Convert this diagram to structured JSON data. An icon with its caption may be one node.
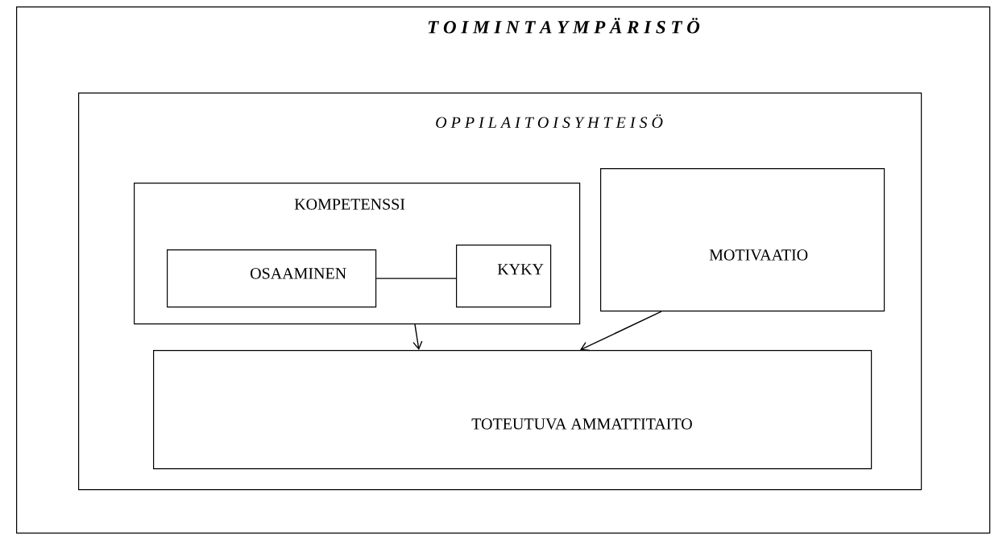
{
  "diagram": {
    "nodes": [
      {
        "text": [
          "T O I M I N T A Y M P Ä R I S T Ö"
        ]
      },
      {
        "text": [
          "O P P I L A I T O I S Y H T E I S Ö"
        ],
        "in": 0
      },
      {
        "text": [
          "KOMPETENSSI"
        ],
        "in": 1
      },
      {
        "text": [
          "OSAAMINEN"
        ],
        "in": 2
      },
      {
        "text": [
          "KYKY"
        ],
        "in": 2
      },
      {
        "text": [
          "MOTIVAATIO"
        ],
        "in": 1
      },
      {
        "text": [
          "TOTEUTUVA AMMATTITAITO"
        ],
        "in": 1
      }
    ],
    "edges": [
      {
        "from": 3,
        "to": 4,
        "arrow": "none"
      },
      {
        "from": 2,
        "to": 6,
        "arrow": "to"
      },
      {
        "from": 5,
        "to": 6,
        "arrow": "to"
      }
    ]
  }
}
